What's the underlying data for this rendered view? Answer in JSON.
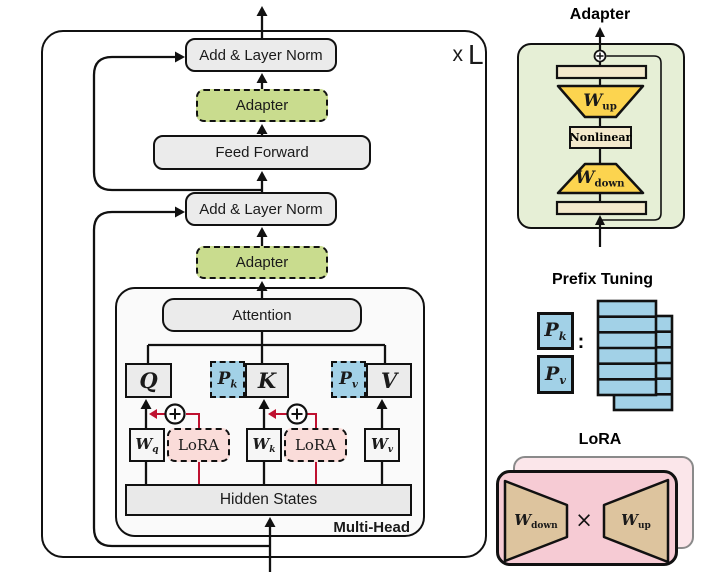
{
  "colors": {
    "adapter_green": "#c9dc8e",
    "adapter_panel_green": "#e6efd6",
    "prefix_blue": "#a2d1e7",
    "lora_pink": "#fadcd9",
    "lora_panel_pink": "#f6cbd4",
    "matrix_tan": "#ddc49e",
    "bottleneck_yellow": "#fcd44f",
    "io_bar_cream": "#f3e9cc",
    "highlight_red": "#bf1130",
    "box_gray": "#ebebeb"
  },
  "left_diagram": {
    "repeat_times": "x",
    "repeat_count": "L",
    "add_norm_top": "Add & Layer Norm",
    "adapter_top": "Adapter",
    "feed_forward": "Feed Forward",
    "add_norm_mid": "Add & Layer Norm",
    "adapter_mid": "Adapter",
    "attention": "Attention",
    "q": "Q",
    "k": "K",
    "v": "V",
    "p_k": {
      "base": "P",
      "sub": "k"
    },
    "p_v": {
      "base": "P",
      "sub": "v"
    },
    "w_q": {
      "base": "W",
      "sub": "q"
    },
    "w_k": {
      "base": "W",
      "sub": "k"
    },
    "w_v": {
      "base": "W",
      "sub": "v"
    },
    "lora_left": "LoRA",
    "lora_right": "LoRA",
    "hidden_states": "Hidden States",
    "multi_head": "Multi-Head",
    "plus_circle": "⊕"
  },
  "adapter_panel": {
    "title": "Adapter",
    "w_up": {
      "base": "W",
      "sub": "up"
    },
    "nonlinear": "Nonlinear",
    "w_down": {
      "base": "W",
      "sub": "down"
    },
    "plus_circle": "⊕"
  },
  "prefix_panel": {
    "title": "Prefix Tuning",
    "p_k": {
      "base": "P",
      "sub": "k"
    },
    "p_v": {
      "base": "P",
      "sub": "v"
    },
    "colon": ":",
    "stack_rows": 6
  },
  "lora_panel": {
    "title": "LoRA",
    "w_down": {
      "base": "W",
      "sub": "down"
    },
    "times": "×",
    "w_up": {
      "base": "W",
      "sub": "up"
    }
  }
}
